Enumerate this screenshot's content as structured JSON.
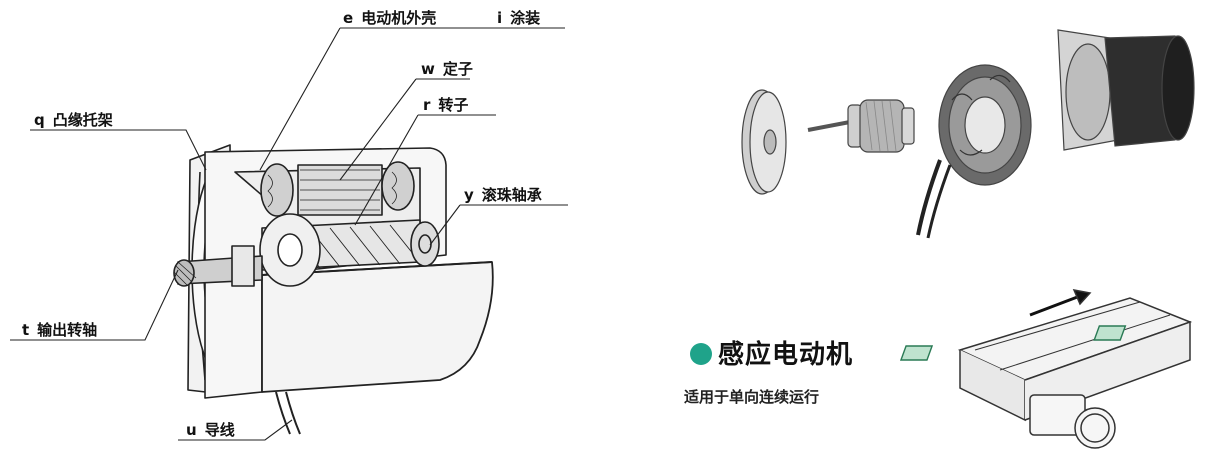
{
  "labels": {
    "e": {
      "code": "e",
      "text": "电动机外壳"
    },
    "i": {
      "code": "i",
      "text": "涂装"
    },
    "w": {
      "code": "w",
      "text": "定子"
    },
    "r": {
      "code": "r",
      "text": "转子"
    },
    "q": {
      "code": "q",
      "text": "凸缘托架"
    },
    "y": {
      "code": "y",
      "text": "滚珠轴承"
    },
    "t": {
      "code": "t",
      "text": "输出转轴"
    },
    "u": {
      "code": "u",
      "text": "导线"
    }
  },
  "title": "感应电动机",
  "subtitle": "适用于单向连续运行",
  "colors": {
    "dot": "#1fa38a",
    "line": "#222222"
  }
}
